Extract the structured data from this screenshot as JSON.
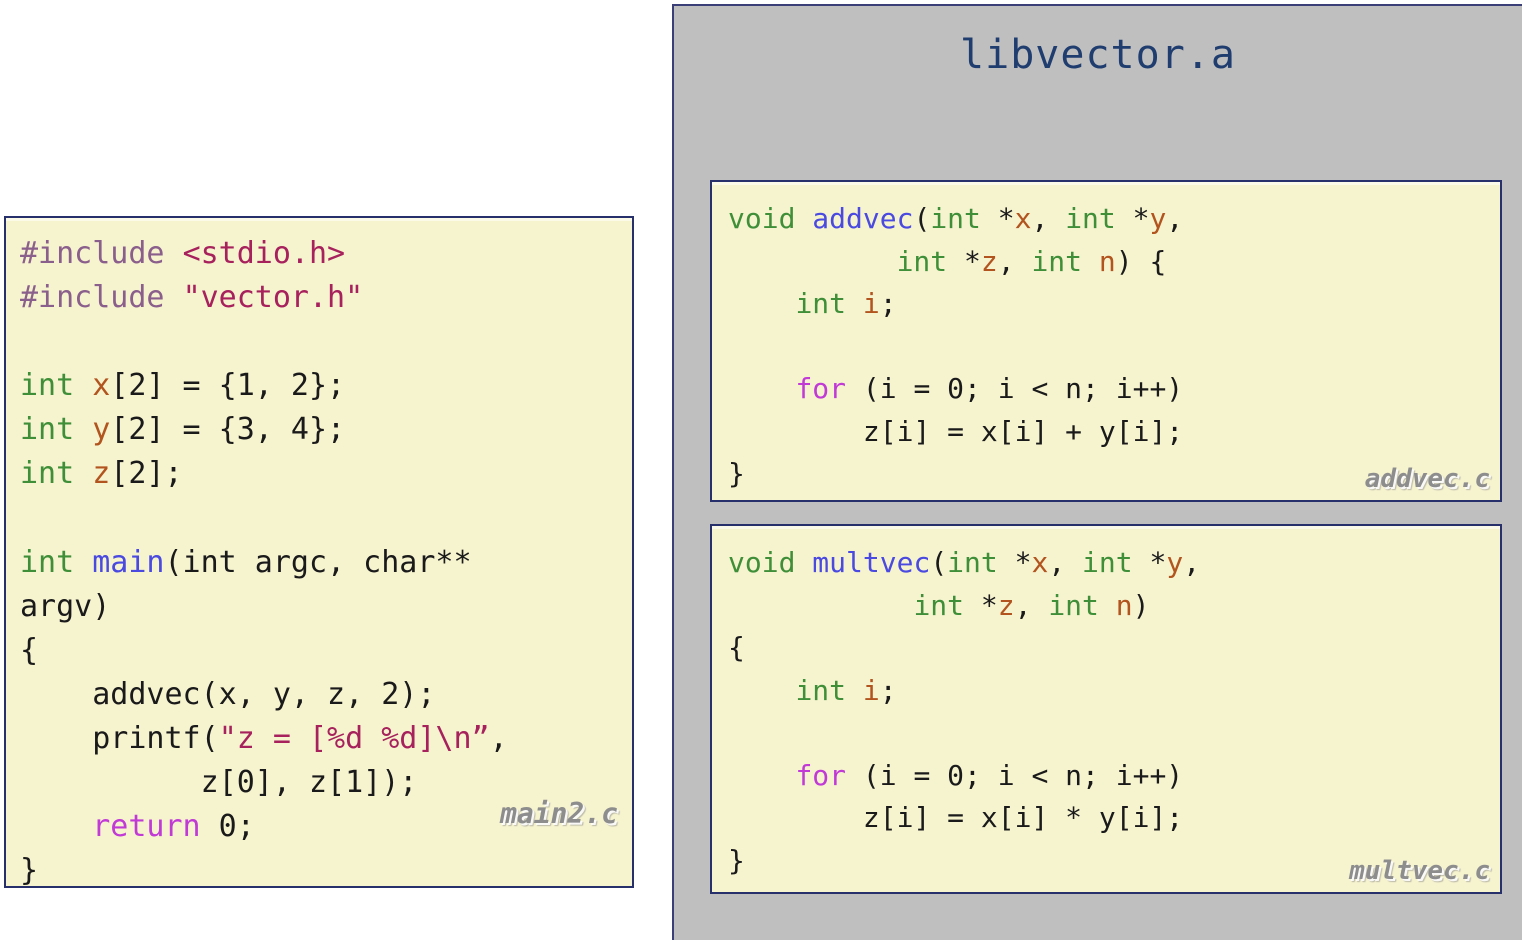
{
  "colors": {
    "page_background": "#ffffff",
    "library_panel_background": "#bfbfbf",
    "library_panel_border": "#3a3f78",
    "code_background": "#f6f3cf",
    "code_border": "#27306b",
    "title_color": "#1f3d6e",
    "file_tag_color": "#8d8d8d",
    "syntax_preprocessor": "#8b5f8b",
    "syntax_string": "#a7215c",
    "syntax_type": "#3f8f38",
    "syntax_function": "#4a4ae0",
    "syntax_variable": "#b2541e",
    "syntax_keyword": "#c13ad6",
    "syntax_plain": "#1a1a1a"
  },
  "left_panel": {
    "file_tag": "main2.c",
    "code_lines": [
      [
        {
          "t": "#include ",
          "c": "pre"
        },
        {
          "t": "<stdio.h>",
          "c": "str"
        }
      ],
      [
        {
          "t": "#include ",
          "c": "pre"
        },
        {
          "t": "\"vector.h\"",
          "c": "str"
        }
      ],
      [
        {
          "t": "",
          "c": "plain"
        }
      ],
      [
        {
          "t": "int ",
          "c": "type"
        },
        {
          "t": "x",
          "c": "var"
        },
        {
          "t": "[2] = {1, 2};",
          "c": "plain"
        }
      ],
      [
        {
          "t": "int ",
          "c": "type"
        },
        {
          "t": "y",
          "c": "var"
        },
        {
          "t": "[2] = {3, 4};",
          "c": "plain"
        }
      ],
      [
        {
          "t": "int ",
          "c": "type"
        },
        {
          "t": "z",
          "c": "var"
        },
        {
          "t": "[2];",
          "c": "plain"
        }
      ],
      [
        {
          "t": "",
          "c": "plain"
        }
      ],
      [
        {
          "t": "int ",
          "c": "type"
        },
        {
          "t": "main",
          "c": "fn"
        },
        {
          "t": "(int argc, char**",
          "c": "plain"
        }
      ],
      [
        {
          "t": "argv)",
          "c": "plain"
        }
      ],
      [
        {
          "t": "{",
          "c": "plain"
        }
      ],
      [
        {
          "t": "    addvec(x, y, z, 2);",
          "c": "plain"
        }
      ],
      [
        {
          "t": "    printf(",
          "c": "plain"
        },
        {
          "t": "\"z = [%d %d]\\n”",
          "c": "str"
        },
        {
          "t": ",",
          "c": "plain"
        }
      ],
      [
        {
          "t": "          z[0], z[1]);",
          "c": "plain"
        }
      ],
      [
        {
          "t": "    ",
          "c": "plain"
        },
        {
          "t": "return",
          "c": "kw"
        },
        {
          "t": " 0;",
          "c": "plain"
        }
      ],
      [
        {
          "t": "}",
          "c": "plain"
        }
      ]
    ]
  },
  "library_panel": {
    "title": "libvector.a",
    "boxes": [
      {
        "id": "addvec",
        "file_tag": "addvec.c",
        "code_lines": [
          [
            {
              "t": "void ",
              "c": "type"
            },
            {
              "t": "addvec",
              "c": "fn"
            },
            {
              "t": "(",
              "c": "plain"
            },
            {
              "t": "int ",
              "c": "type"
            },
            {
              "t": "*",
              "c": "plain"
            },
            {
              "t": "x",
              "c": "var"
            },
            {
              "t": ", ",
              "c": "plain"
            },
            {
              "t": "int ",
              "c": "type"
            },
            {
              "t": "*",
              "c": "plain"
            },
            {
              "t": "y",
              "c": "var"
            },
            {
              "t": ",",
              "c": "plain"
            }
          ],
          [
            {
              "t": "          ",
              "c": "plain"
            },
            {
              "t": "int ",
              "c": "type"
            },
            {
              "t": "*",
              "c": "plain"
            },
            {
              "t": "z",
              "c": "var"
            },
            {
              "t": ", ",
              "c": "plain"
            },
            {
              "t": "int ",
              "c": "type"
            },
            {
              "t": "n",
              "c": "var"
            },
            {
              "t": ") {",
              "c": "plain"
            }
          ],
          [
            {
              "t": "    ",
              "c": "plain"
            },
            {
              "t": "int ",
              "c": "type"
            },
            {
              "t": "i",
              "c": "var"
            },
            {
              "t": ";",
              "c": "plain"
            }
          ],
          [
            {
              "t": "",
              "c": "plain"
            }
          ],
          [
            {
              "t": "    ",
              "c": "plain"
            },
            {
              "t": "for",
              "c": "kw"
            },
            {
              "t": " (i = 0; i < n; i++)",
              "c": "plain"
            }
          ],
          [
            {
              "t": "        z[i] = x[i] + y[i];",
              "c": "plain"
            }
          ],
          [
            {
              "t": "}",
              "c": "plain"
            }
          ]
        ]
      },
      {
        "id": "multvec",
        "file_tag": "multvec.c",
        "code_lines": [
          [
            {
              "t": "void ",
              "c": "type"
            },
            {
              "t": "multvec",
              "c": "fn"
            },
            {
              "t": "(",
              "c": "plain"
            },
            {
              "t": "int ",
              "c": "type"
            },
            {
              "t": "*",
              "c": "plain"
            },
            {
              "t": "x",
              "c": "var"
            },
            {
              "t": ", ",
              "c": "plain"
            },
            {
              "t": "int ",
              "c": "type"
            },
            {
              "t": "*",
              "c": "plain"
            },
            {
              "t": "y",
              "c": "var"
            },
            {
              "t": ",",
              "c": "plain"
            }
          ],
          [
            {
              "t": "           ",
              "c": "plain"
            },
            {
              "t": "int ",
              "c": "type"
            },
            {
              "t": "*",
              "c": "plain"
            },
            {
              "t": "z",
              "c": "var"
            },
            {
              "t": ", ",
              "c": "plain"
            },
            {
              "t": "int ",
              "c": "type"
            },
            {
              "t": "n",
              "c": "var"
            },
            {
              "t": ")",
              "c": "plain"
            }
          ],
          [
            {
              "t": "{",
              "c": "plain"
            }
          ],
          [
            {
              "t": "    ",
              "c": "plain"
            },
            {
              "t": "int ",
              "c": "type"
            },
            {
              "t": "i",
              "c": "var"
            },
            {
              "t": ";",
              "c": "plain"
            }
          ],
          [
            {
              "t": "",
              "c": "plain"
            }
          ],
          [
            {
              "t": "    ",
              "c": "plain"
            },
            {
              "t": "for",
              "c": "kw"
            },
            {
              "t": " (i = 0; i < n; i++)",
              "c": "plain"
            }
          ],
          [
            {
              "t": "        z[i] = x[i] * y[i];",
              "c": "plain"
            }
          ],
          [
            {
              "t": "}",
              "c": "plain"
            }
          ]
        ]
      }
    ]
  }
}
